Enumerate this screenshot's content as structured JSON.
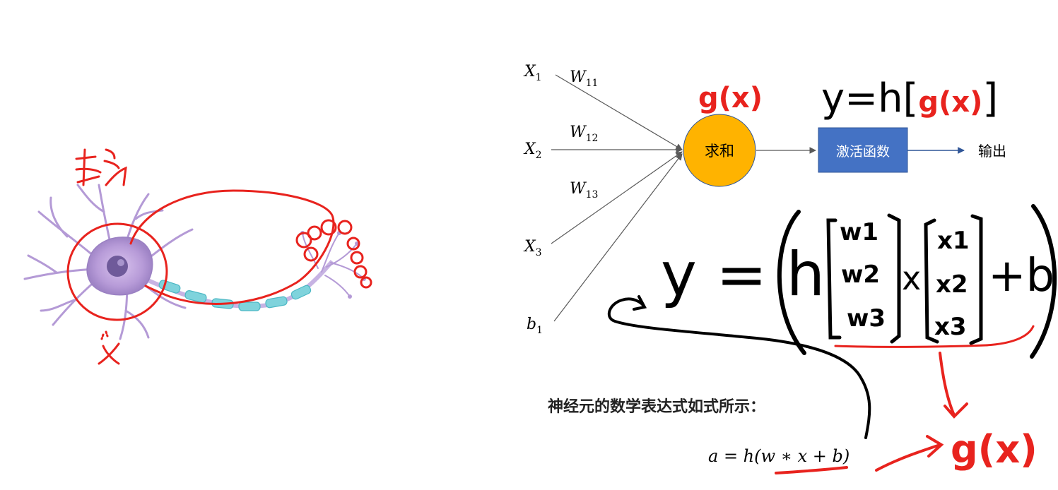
{
  "inputs": {
    "x1": "X",
    "x1_sub": "1",
    "x2": "X",
    "x2_sub": "2",
    "x3": "X",
    "x3_sub": "3",
    "b1": "b",
    "b1_sub": "1"
  },
  "weights": {
    "w11": "W",
    "w11_sub": "11",
    "w12": "W",
    "w12_sub": "12",
    "w13": "W",
    "w13_sub": "13"
  },
  "nodes": {
    "sum_label": "求和",
    "sum_color": "#FFB300",
    "activation_label": "激活函数",
    "activation_color": "#4472C4",
    "output_label": "输出"
  },
  "annotations": {
    "gx_top": "g(x)",
    "y_eq_prefix": "y=h[",
    "y_eq_inner": "g(x)",
    "y_eq_suffix": "]",
    "neuron_note_cjk": "节点",
    "neuron_x": "X",
    "matrix_eq_prefix": "y = h",
    "matrix_w": [
      "w1",
      "w2",
      "w3"
    ],
    "matrix_times": "x",
    "matrix_x": [
      "x1",
      "x2",
      "x3"
    ],
    "matrix_plus_b": "+b",
    "gx_bottom": "g(x)",
    "pen_red": "#E8231E",
    "pen_black": "#000000"
  },
  "caption": {
    "title": "神经元的数学表达式如式所示：",
    "formula": "a = h(w ∗ x + b)"
  }
}
